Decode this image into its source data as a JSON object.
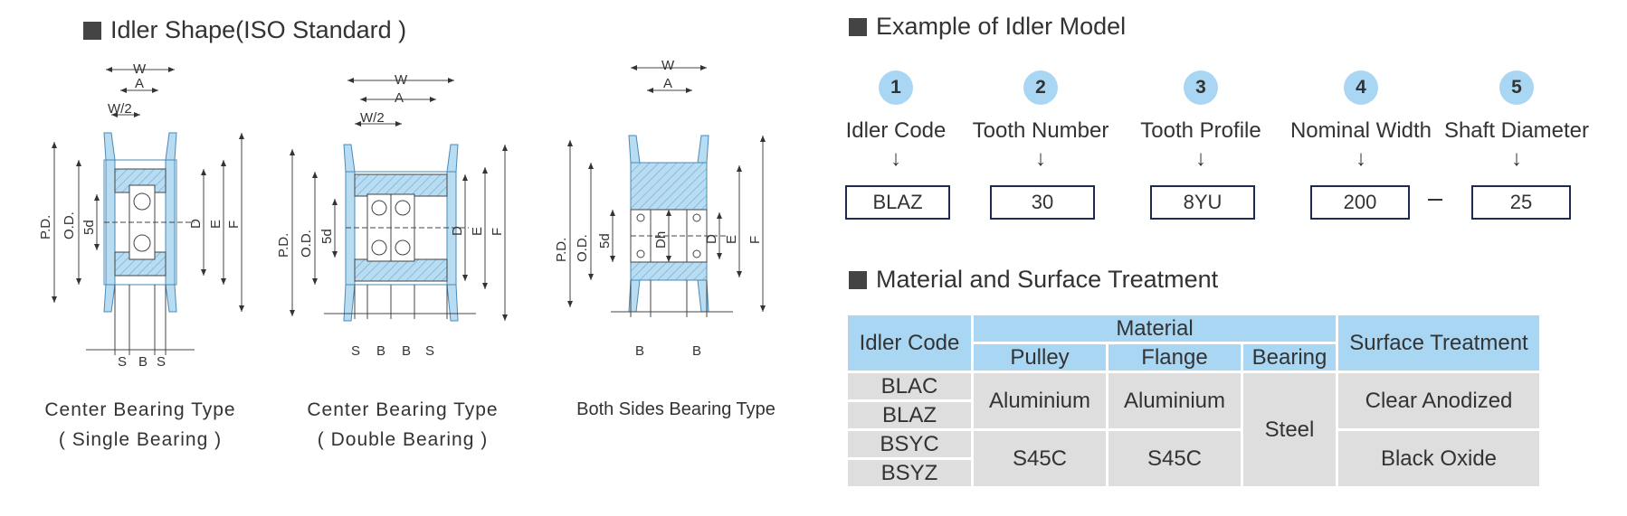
{
  "idler_shape": {
    "title": "Idler Shape(ISO Standard )",
    "dim_labels": {
      "W": "W",
      "Wlow": "W",
      "A": "A",
      "W2": "W/2",
      "PD": "P.D.",
      "OD": "O.D.",
      "d": "5d",
      "D": "D",
      "E": "E",
      "F": "F",
      "S": "S",
      "B": "B",
      "Dh": "Dh"
    },
    "diagrams": [
      {
        "caption_line1": "Center Bearing Type",
        "caption_line2": "( Single Bearing )"
      },
      {
        "caption_line1": "Center Bearing Type",
        "caption_line2": "( Double Bearing )"
      },
      {
        "caption_line1": "Both Sides Bearing Type",
        "caption_line2": ""
      }
    ]
  },
  "example": {
    "title": "Example of Idler Model",
    "arrow": "↓",
    "separator": "—",
    "parts": [
      {
        "num": "1",
        "label": "Idler Code",
        "value": "BLAZ"
      },
      {
        "num": "2",
        "label": "Tooth Number",
        "value": "30"
      },
      {
        "num": "3",
        "label": "Tooth Profile",
        "value": "8YU"
      },
      {
        "num": "4",
        "label": "Nominal Width",
        "value": "200"
      },
      {
        "num": "5",
        "label": "Shaft Diameter",
        "value": "25"
      }
    ]
  },
  "material": {
    "title": "Material and Surface Treatment",
    "headers": {
      "idler_code": "Idler Code",
      "material": "Material",
      "pulley": "Pulley",
      "flange": "Flange",
      "bearing": "Bearing",
      "surface": "Surface Treatment"
    },
    "codes": [
      "BLAC",
      "BLAZ",
      "BSYC",
      "BSYZ"
    ],
    "groups": [
      {
        "pulley": "Aluminium",
        "flange": "Aluminium",
        "surface": "Clear Anodized"
      },
      {
        "pulley": "S45C",
        "flange": "S45C",
        "surface": "Black Oxide"
      }
    ],
    "bearing": "Steel"
  },
  "colors": {
    "accent_blue": "#a9d6f2",
    "part_blue": "#b8dcf2",
    "border_navy": "#1e2a4f",
    "table_gray": "#dedede"
  }
}
